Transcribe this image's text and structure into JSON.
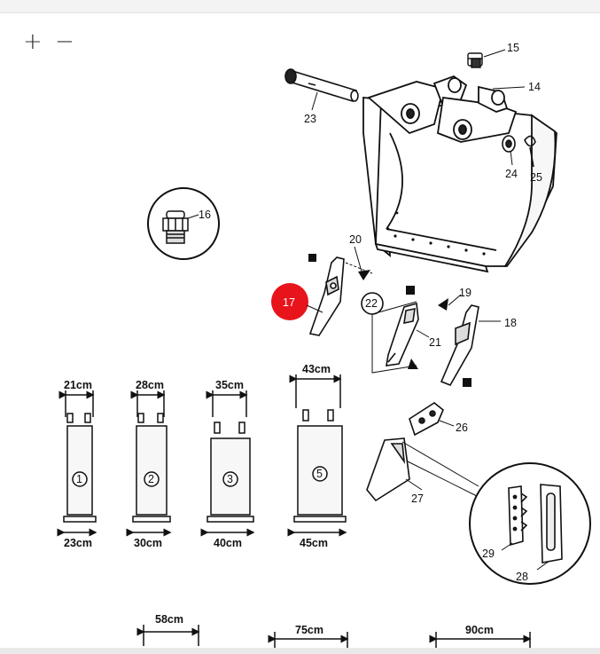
{
  "viewer": {
    "zoom_in_label": "+",
    "zoom_out_label": "−"
  },
  "diagram": {
    "callouts": {
      "c14": "14",
      "c15": "15",
      "c16": "16",
      "c17": "17",
      "c18": "18",
      "c19": "19",
      "c20": "20",
      "c21": "21",
      "c22": "22",
      "c23": "23",
      "c24": "24",
      "c25": "25",
      "c26": "26",
      "c27": "27",
      "c28": "28",
      "c29": "29"
    },
    "highlight_color": "#e8141b",
    "buckets": [
      {
        "number": "1",
        "top_width": "21cm",
        "bottom_width": "23cm"
      },
      {
        "number": "2",
        "top_width": "28cm",
        "bottom_width": "30cm"
      },
      {
        "number": "3",
        "top_width": "35cm",
        "bottom_width": "40cm"
      },
      {
        "number": "5",
        "top_width": "43cm",
        "bottom_width": "45cm"
      }
    ],
    "bottom_widths": {
      "w1": "58cm",
      "w2": "75cm",
      "w3": "90cm"
    }
  }
}
